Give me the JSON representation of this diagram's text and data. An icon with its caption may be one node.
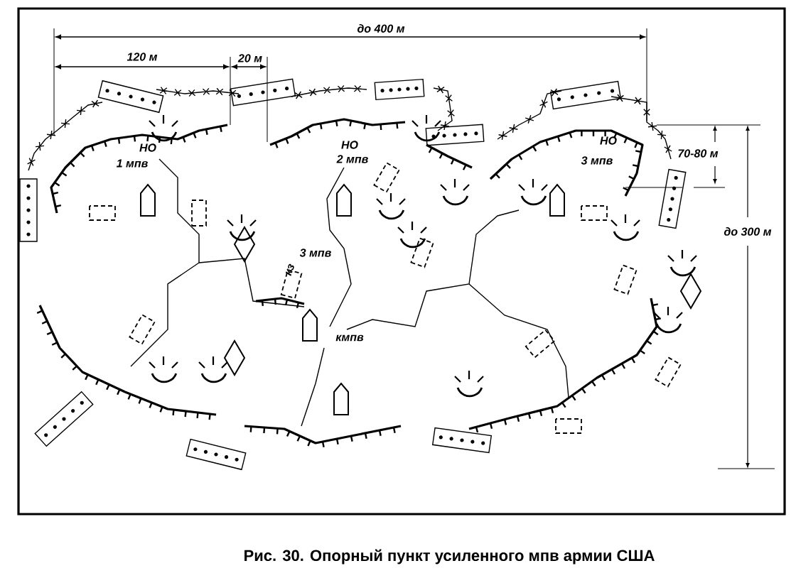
{
  "diagram": {
    "caption": "Рис. 30. Опорный пункт усиленного мпв армии США",
    "labels": [
      "до 400 м",
      "120 м",
      "20 м",
      "НО",
      "1 мпв",
      "НО",
      "2 мпв",
      "НО",
      "3 мпв",
      "70-80 м",
      "до 300 м",
      "3 мпв",
      "кз",
      "кмпв"
    ]
  }
}
